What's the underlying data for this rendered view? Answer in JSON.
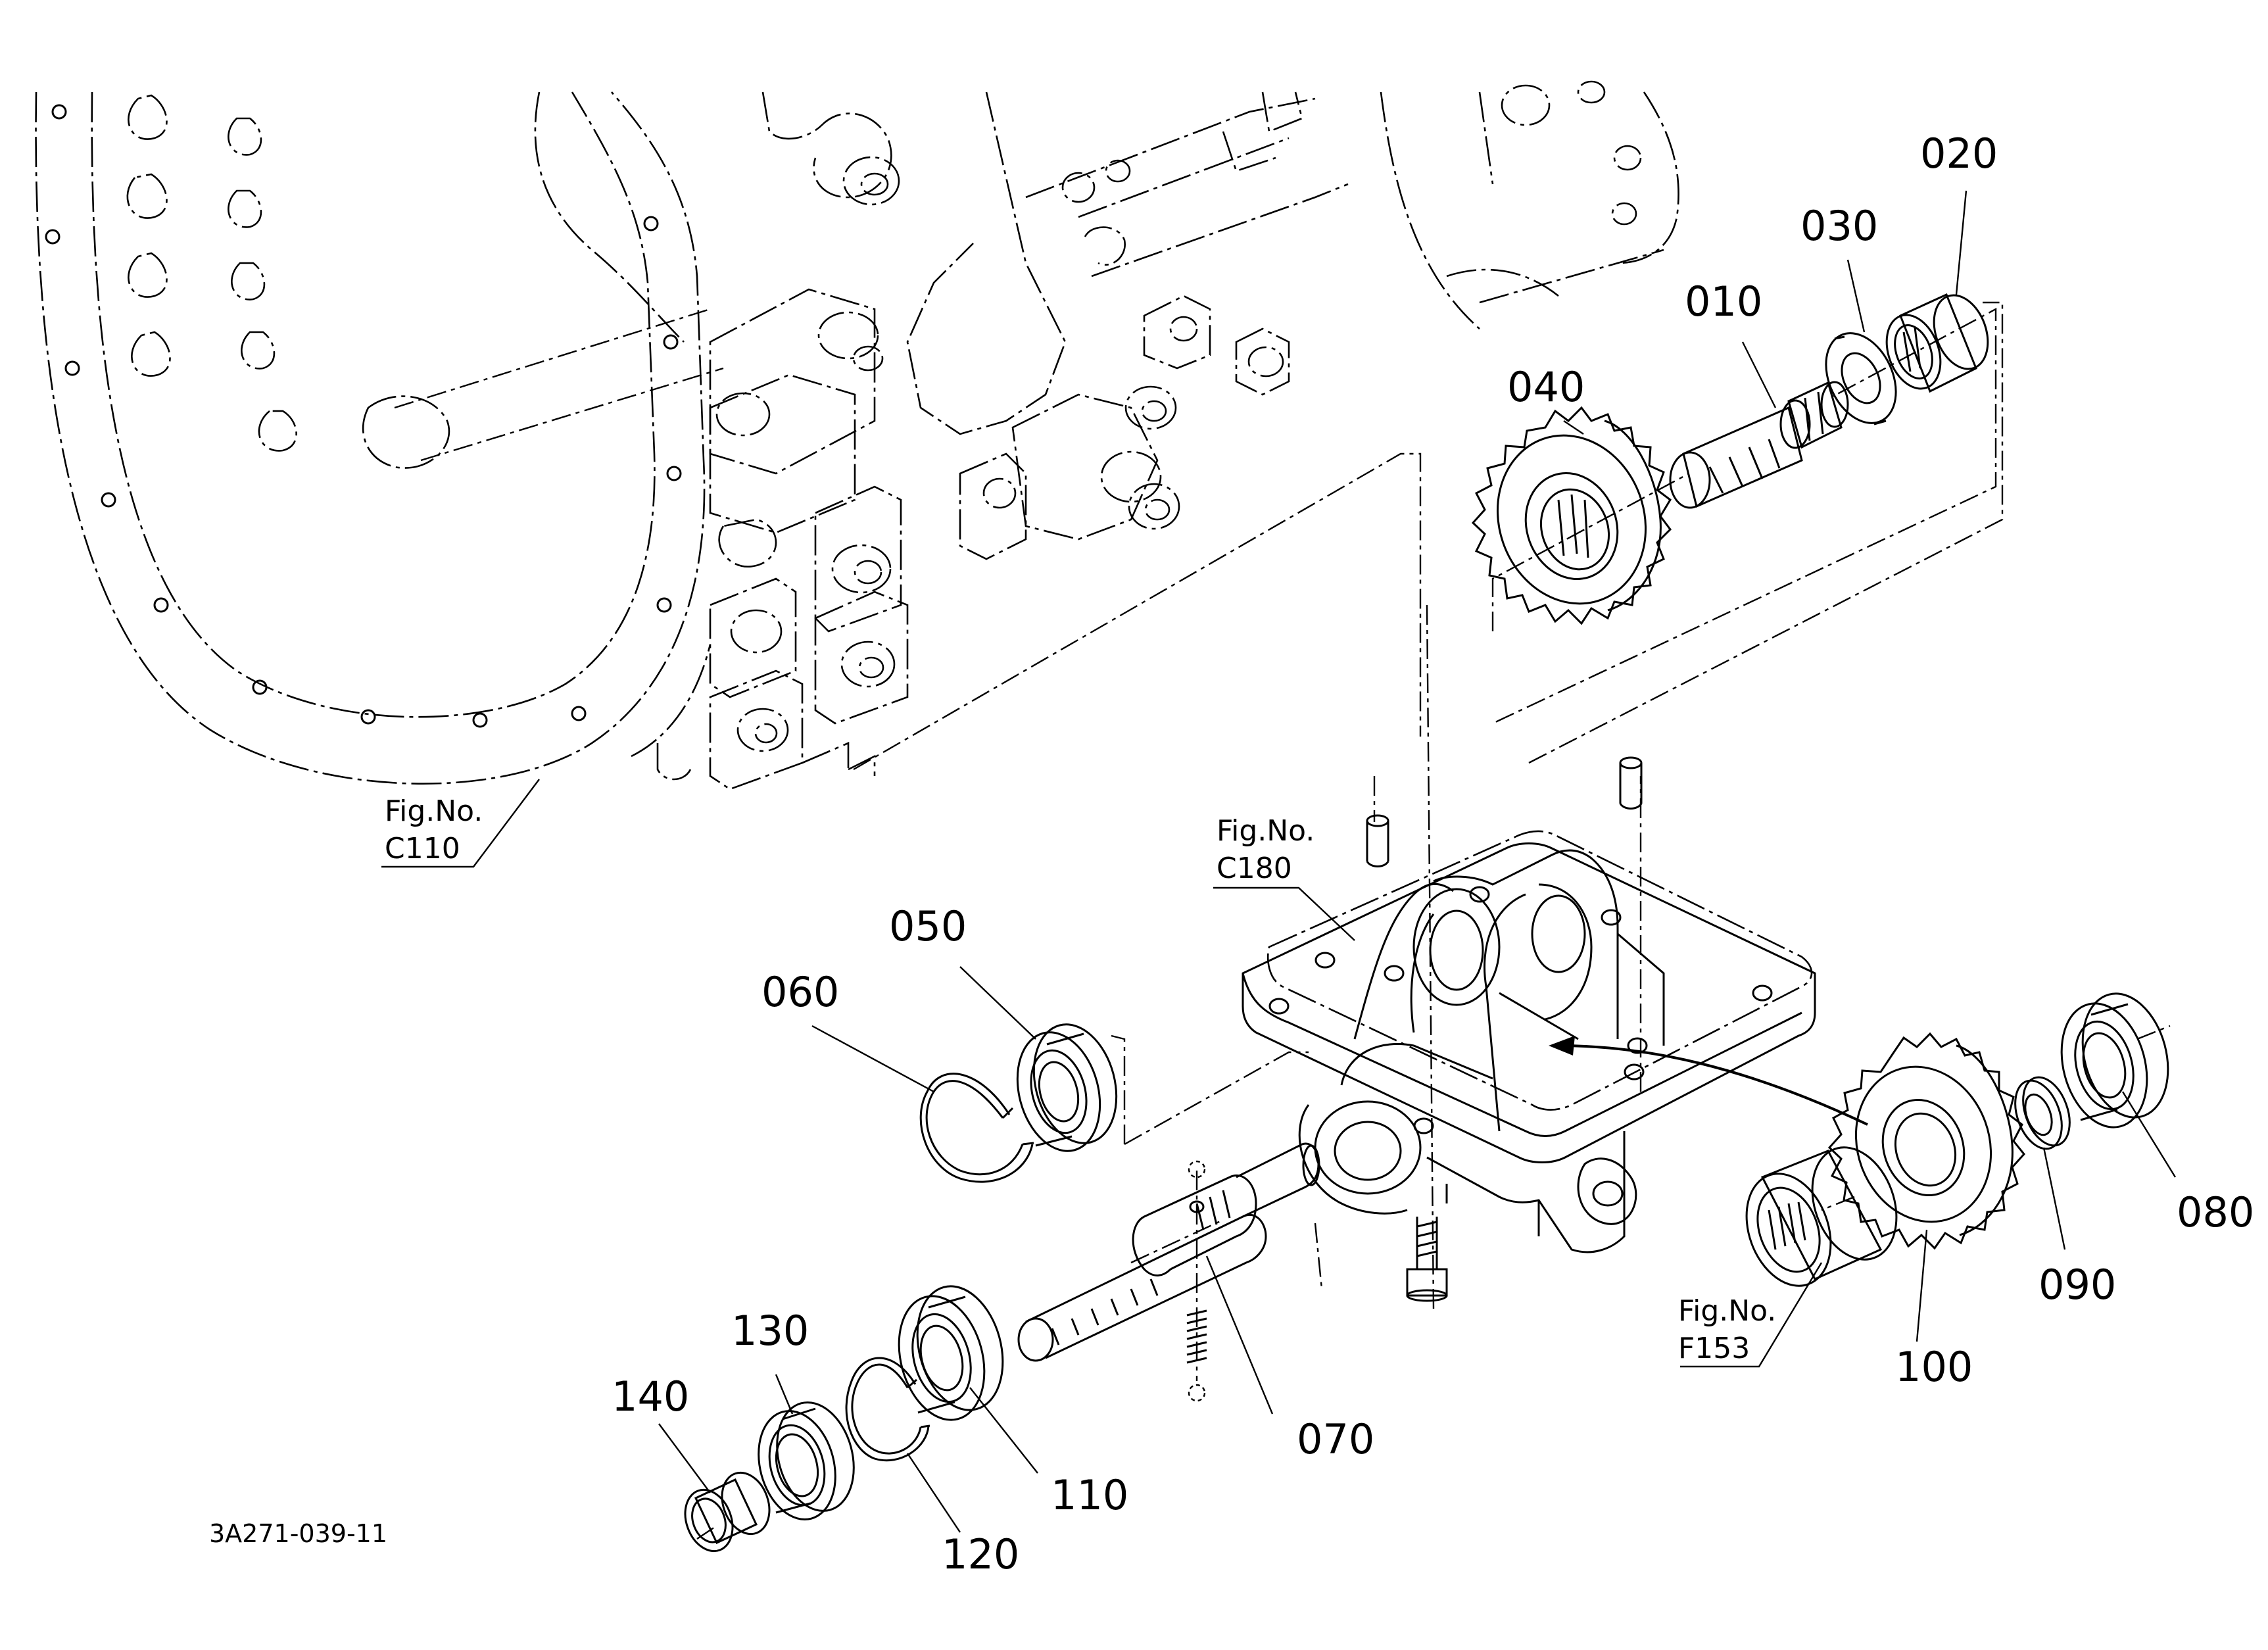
{
  "diagram": {
    "code": "3A271-039-11",
    "part_labels": {
      "p010": "010",
      "p020": "020",
      "p030": "030",
      "p040": "040",
      "p050": "050",
      "p060": "060",
      "p070": "070",
      "p080": "080",
      "p090": "090",
      "p100": "100",
      "p110": "110",
      "p120": "120",
      "p130": "130",
      "p140": "140"
    },
    "figure_refs": {
      "c110": {
        "title": "Fig.No.",
        "code": "C110"
      },
      "c180": {
        "title": "Fig.No.",
        "code": "C180"
      },
      "f153": {
        "title": "Fig.No.",
        "code": "F153"
      }
    }
  }
}
